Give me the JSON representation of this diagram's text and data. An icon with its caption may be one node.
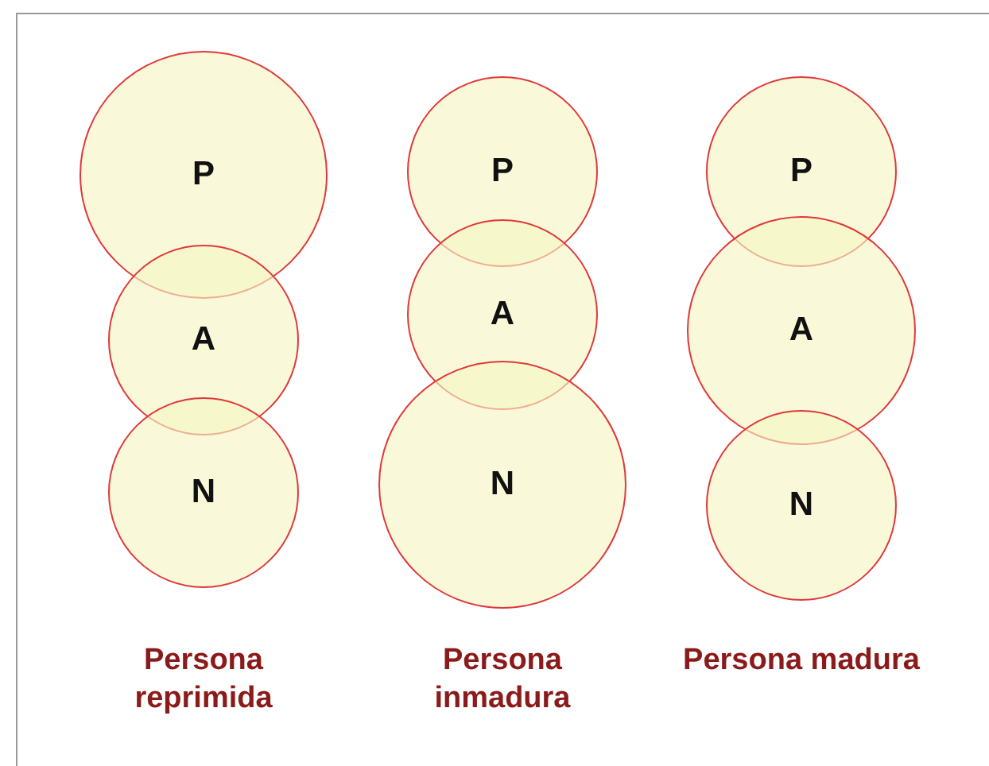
{
  "diagram": {
    "nodes": [
      {
        "text": [
          "P"
        ]
      },
      {
        "text": [
          "A"
        ]
      },
      {
        "text": [
          "N"
        ]
      },
      {
        "text": [
          "P"
        ]
      },
      {
        "text": [
          "A"
        ]
      },
      {
        "text": [
          "N"
        ]
      },
      {
        "text": [
          "P"
        ]
      },
      {
        "text": [
          "A"
        ]
      },
      {
        "text": [
          "N"
        ]
      }
    ],
    "labels": [
      "Persona reprimida",
      "Persona inmadura",
      "Persona madura"
    ]
  }
}
